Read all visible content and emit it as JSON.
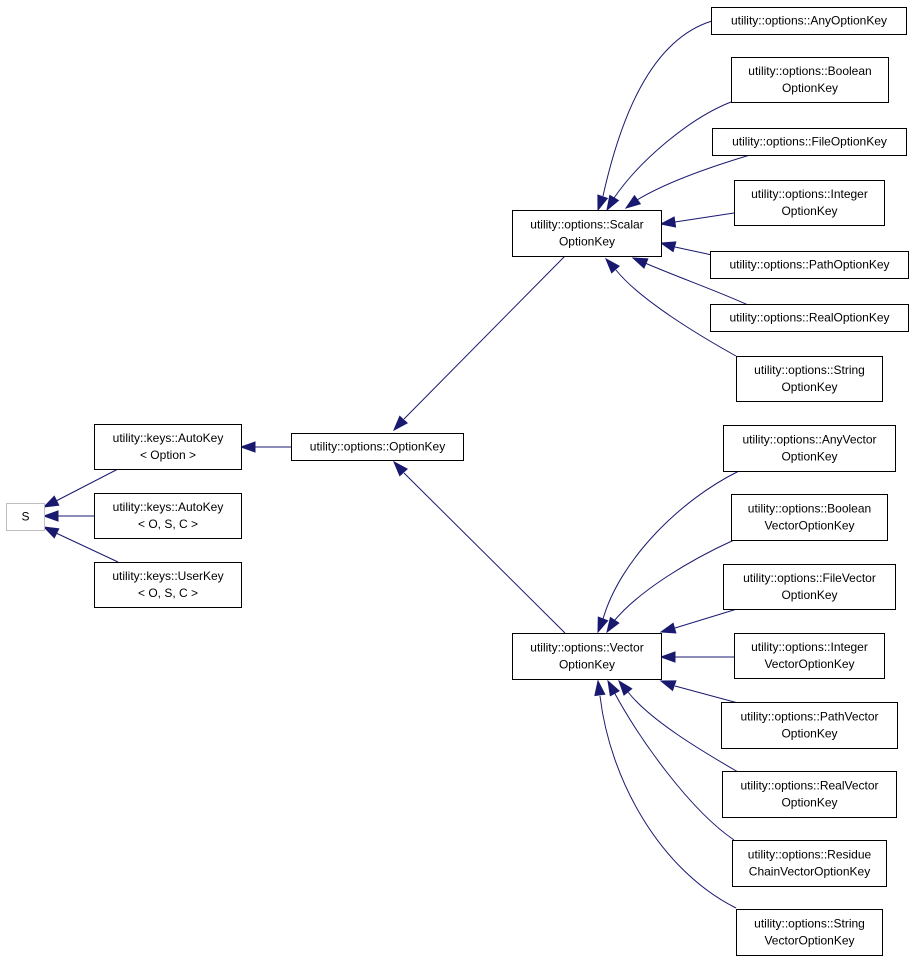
{
  "colors": {
    "edge": "#191970",
    "box_border": "#000000",
    "root_border": "#bfbfbf",
    "background": "#ffffff"
  },
  "nodes": {
    "s": {
      "lines": [
        "S"
      ]
    },
    "autokey_option": {
      "lines": [
        "utility::keys::AutoKey",
        "< Option >"
      ]
    },
    "autokey_osc": {
      "lines": [
        "utility::keys::AutoKey",
        "< O, S, C >"
      ]
    },
    "userkey_osc": {
      "lines": [
        "utility::keys::UserKey",
        "< O, S, C >"
      ]
    },
    "optionkey": {
      "lines": [
        "utility::options::OptionKey"
      ]
    },
    "scalar": {
      "lines": [
        "utility::options::Scalar",
        "OptionKey"
      ]
    },
    "vector": {
      "lines": [
        "utility::options::Vector",
        "OptionKey"
      ]
    },
    "any": {
      "lines": [
        "utility::options::AnyOptionKey"
      ]
    },
    "boolean": {
      "lines": [
        "utility::options::Boolean",
        "OptionKey"
      ]
    },
    "file": {
      "lines": [
        "utility::options::FileOptionKey"
      ]
    },
    "integer": {
      "lines": [
        "utility::options::Integer",
        "OptionKey"
      ]
    },
    "path": {
      "lines": [
        "utility::options::PathOptionKey"
      ]
    },
    "real": {
      "lines": [
        "utility::options::RealOptionKey"
      ]
    },
    "string": {
      "lines": [
        "utility::options::String",
        "OptionKey"
      ]
    },
    "anyvec": {
      "lines": [
        "utility::options::AnyVector",
        "OptionKey"
      ]
    },
    "boolvec": {
      "lines": [
        "utility::options::Boolean",
        "VectorOptionKey"
      ]
    },
    "filevec": {
      "lines": [
        "utility::options::FileVector",
        "OptionKey"
      ]
    },
    "intvec": {
      "lines": [
        "utility::options::Integer",
        "VectorOptionKey"
      ]
    },
    "pathvec": {
      "lines": [
        "utility::options::PathVector",
        "OptionKey"
      ]
    },
    "realvec": {
      "lines": [
        "utility::options::RealVector",
        "OptionKey"
      ]
    },
    "residuevec": {
      "lines": [
        "utility::options::Residue",
        "ChainVectorOptionKey"
      ]
    },
    "stringvec": {
      "lines": [
        "utility::options::String",
        "VectorOptionKey"
      ]
    }
  },
  "edges": [
    {
      "from": "autokey_option",
      "to": "s"
    },
    {
      "from": "autokey_osc",
      "to": "s"
    },
    {
      "from": "userkey_osc",
      "to": "s"
    },
    {
      "from": "optionkey",
      "to": "autokey_option"
    },
    {
      "from": "scalar",
      "to": "optionkey"
    },
    {
      "from": "vector",
      "to": "optionkey"
    },
    {
      "from": "any",
      "to": "scalar"
    },
    {
      "from": "boolean",
      "to": "scalar"
    },
    {
      "from": "file",
      "to": "scalar"
    },
    {
      "from": "integer",
      "to": "scalar"
    },
    {
      "from": "path",
      "to": "scalar"
    },
    {
      "from": "real",
      "to": "scalar"
    },
    {
      "from": "string",
      "to": "scalar"
    },
    {
      "from": "anyvec",
      "to": "vector"
    },
    {
      "from": "boolvec",
      "to": "vector"
    },
    {
      "from": "filevec",
      "to": "vector"
    },
    {
      "from": "intvec",
      "to": "vector"
    },
    {
      "from": "pathvec",
      "to": "vector"
    },
    {
      "from": "realvec",
      "to": "vector"
    },
    {
      "from": "residuevec",
      "to": "vector"
    },
    {
      "from": "stringvec",
      "to": "vector"
    }
  ]
}
